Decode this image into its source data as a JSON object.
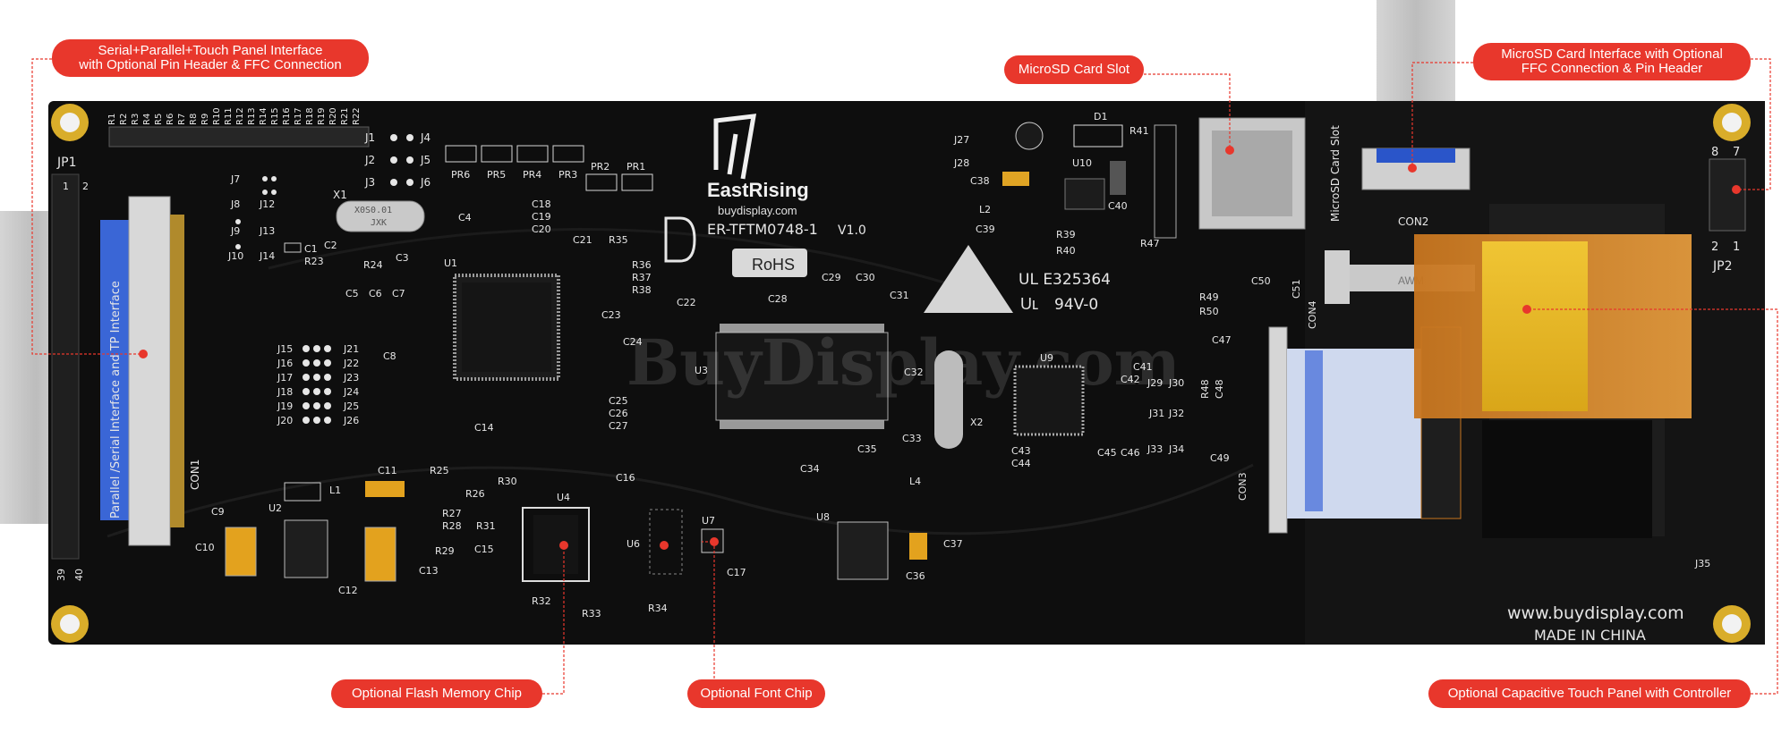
{
  "board": {
    "logo_text": "EastRising",
    "logo_url": "buydisplay.com",
    "model": "ER-TFTM0748-1",
    "version": "V1.0",
    "rohs": "RoHS",
    "ul_code": "UL E325364",
    "ul_rating": "94V-0",
    "website": "www.buydisplay.com",
    "made_in": "MADE IN CHINA",
    "watermark": "BuyDisplay.com",
    "fpc_text": "Parallel /Serial Interface and TP Interface",
    "sd_label": "MicroSD Card Slot",
    "awm": "AWM"
  },
  "callouts": {
    "interface_line1": "Serial+Parallel+Touch Panel Interface",
    "interface_line2": "with Optional Pin Header & FFC Connection",
    "sd_slot": "MicroSD Card Slot",
    "sd_interface_line1": "MicroSD Card Interface with Optional",
    "sd_interface_line2": "FFC Connection & Pin Header",
    "flash": "Optional Flash Memory Chip",
    "font": "Optional Font Chip",
    "ctp": "Optional Capacitive Touch Panel with Controller"
  },
  "labels": {
    "jp1": "JP1",
    "jp1_1": "1",
    "jp1_2": "2",
    "jp1_39": "39",
    "jp1_40": "40",
    "jp2": "JP2",
    "jp2_8": "8",
    "jp2_7": "7",
    "jp2_2": "2",
    "jp2_1": "1",
    "con1": "CON1",
    "con2": "CON2",
    "con3": "CON3",
    "con4": "CON4",
    "u1": "U1",
    "u2": "U2",
    "u3": "U3",
    "u4": "U4",
    "u6": "U6",
    "u7": "U7",
    "u8": "U8",
    "u9": "U9",
    "u10": "U10",
    "x1": "X1",
    "x2": "X2",
    "x1_mark": "X0S0.01",
    "x1_mark2": "JXK",
    "l1": "L1",
    "l2": "L2",
    "l4": "L4",
    "d1": "D1",
    "pr1": "PR1",
    "pr2": "PR2",
    "pr3": "PR3",
    "pr4": "PR4",
    "pr5": "PR5",
    "pr6": "PR6",
    "j1": "J1",
    "j2": "J2",
    "j3": "J3",
    "j4": "J4",
    "j5": "J5",
    "j6": "J6",
    "j7": "J7",
    "j8": "J8",
    "j9": "J9",
    "j10": "J10",
    "j12": "J12",
    "j13": "J13",
    "j14": "J14",
    "j27": "J27",
    "j28": "J28",
    "j29": "J29",
    "j30": "J30",
    "j31": "J31",
    "j32": "J32",
    "j33": "J33",
    "j34": "J34",
    "j35": "J35",
    "jl1": "J15",
    "jl2": "J16",
    "jl3": "J17",
    "jl4": "J18",
    "jl5": "J19",
    "jl6": "J20",
    "jr1": "J21",
    "jr2": "J22",
    "jr3": "J23",
    "jr4": "J24",
    "jr5": "J25",
    "jr6": "J26",
    "c1": "C1",
    "c2": "C2",
    "c3": "C3",
    "c4": "C4",
    "c5": "C5",
    "c6": "C6",
    "c7": "C7",
    "c8": "C8",
    "c9": "C9",
    "c10": "C10",
    "c11": "C11",
    "c12": "C12",
    "c13": "C13",
    "c14": "C14",
    "c15": "C15",
    "c16": "C16",
    "c17": "C17",
    "c18": "C18",
    "c19": "C19",
    "c20": "C20",
    "c21": "C21",
    "c22": "C22",
    "c23": "C23",
    "c24": "C24",
    "c25": "C25",
    "c26": "C26",
    "c27": "C27",
    "c28": "C28",
    "c29": "C29",
    "c30": "C30",
    "c31": "C31",
    "c32": "C32",
    "c33": "C33",
    "c34": "C34",
    "c35": "C35",
    "c36": "C36",
    "c37": "C37",
    "c38": "C38",
    "c39": "C39",
    "c40": "C40",
    "c41": "C41",
    "c42": "C42",
    "c43": "C43",
    "c44": "C44",
    "c45": "C45",
    "c46": "C46",
    "c47": "C47",
    "c48": "C48",
    "c49": "C49",
    "c50": "C50",
    "c51": "C51",
    "r23": "R23",
    "r24": "R24",
    "r25": "R25",
    "r26": "R26",
    "r27": "R27",
    "r28": "R28",
    "r29": "R29",
    "r30": "R30",
    "r31": "R31",
    "r32": "R32",
    "r33": "R33",
    "r34": "R34",
    "r35": "R35",
    "r36": "R36",
    "r37": "R37",
    "r38": "R38",
    "r39": "R39",
    "r40": "R40",
    "r41": "R41",
    "r47": "R47",
    "r48": "R48",
    "r49": "R49",
    "r50": "R50",
    "rtop": [
      "R1",
      "R2",
      "R3",
      "R4",
      "R5",
      "R6",
      "R7",
      "R8",
      "R9",
      "R10",
      "R11",
      "R12",
      "R13",
      "R14",
      "R15",
      "R16",
      "R17",
      "R18",
      "R19",
      "R20",
      "R21",
      "R22"
    ]
  },
  "colors": {
    "callout": "#e8372c",
    "pcb": "#0e0e0e",
    "fpc_blue": "#2a55c9",
    "touch_gold": "#e5b422"
  }
}
